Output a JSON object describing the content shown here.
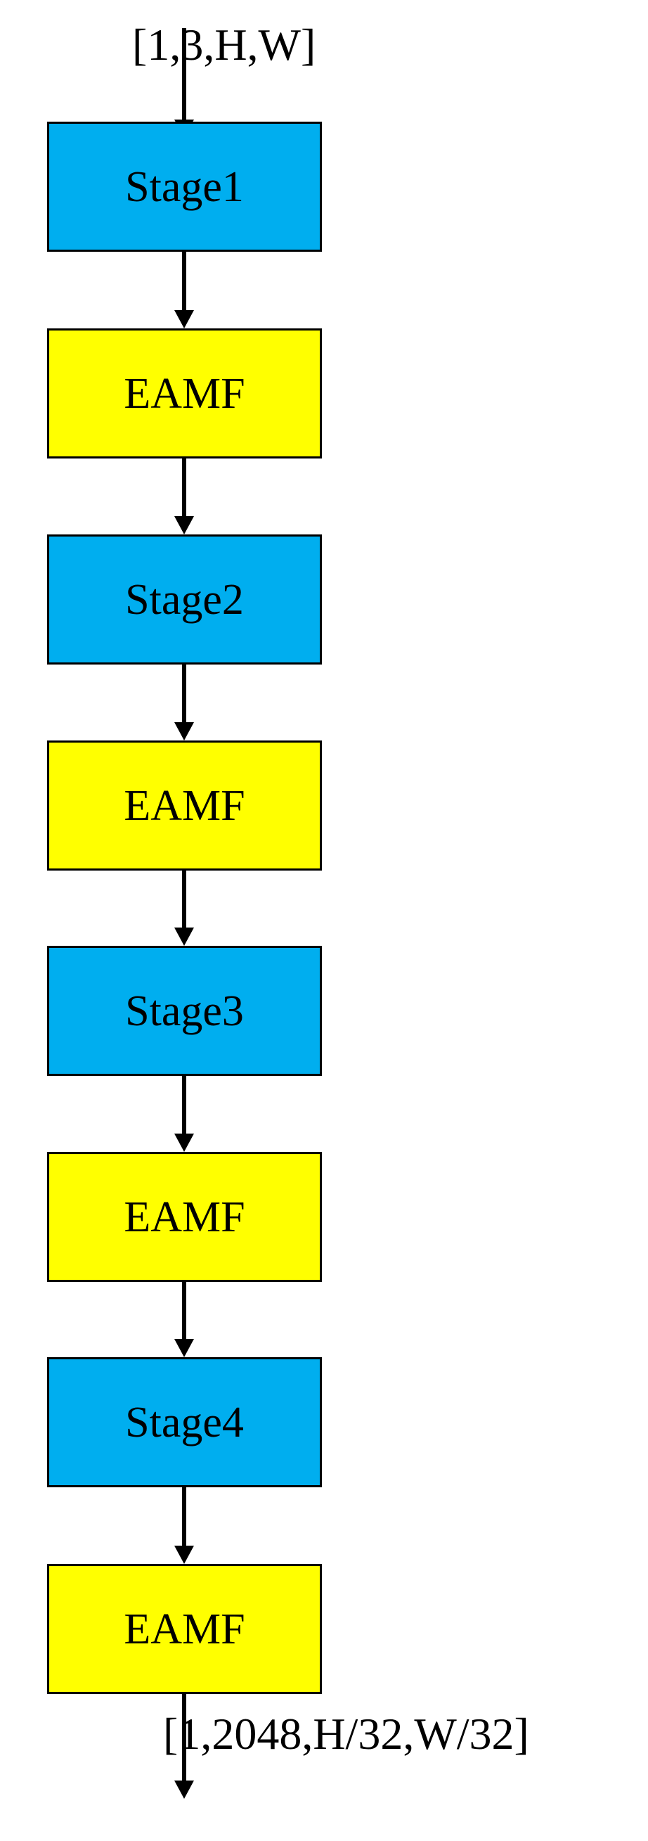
{
  "diagram": {
    "title": "Backbone network pipeline with EAMF modules",
    "background_color": "#FFFFFF",
    "stage_color": "#00AEEF",
    "eamf_color": "#FFFF00",
    "line_color": "#000000",
    "input_label": "[1,3,H,W]",
    "output_label": "[1,2048,H/32,W/32]",
    "nodes": [
      {
        "id": "stage1",
        "label": "Stage1",
        "kind": "stage"
      },
      {
        "id": "eamf1",
        "label": "EAMF",
        "kind": "eamf"
      },
      {
        "id": "stage2",
        "label": "Stage2",
        "kind": "stage"
      },
      {
        "id": "eamf2",
        "label": "EAMF",
        "kind": "eamf"
      },
      {
        "id": "stage3",
        "label": "Stage3",
        "kind": "stage"
      },
      {
        "id": "eamf3",
        "label": "EAMF",
        "kind": "eamf"
      },
      {
        "id": "stage4",
        "label": "Stage4",
        "kind": "stage"
      },
      {
        "id": "eamf4",
        "label": "EAMF",
        "kind": "eamf"
      }
    ],
    "edges": [
      {
        "id": "edge-in",
        "from": "input",
        "to": "stage1"
      },
      {
        "id": "edge-1",
        "from": "stage1",
        "to": "eamf1"
      },
      {
        "id": "edge-2",
        "from": "eamf1",
        "to": "stage2"
      },
      {
        "id": "edge-3",
        "from": "stage2",
        "to": "eamf2"
      },
      {
        "id": "edge-4",
        "from": "eamf2",
        "to": "stage3"
      },
      {
        "id": "edge-5",
        "from": "stage3",
        "to": "eamf3"
      },
      {
        "id": "edge-6",
        "from": "eamf3",
        "to": "stage4"
      },
      {
        "id": "edge-7",
        "from": "stage4",
        "to": "eamf4"
      },
      {
        "id": "edge-out",
        "from": "eamf4",
        "to": "output"
      }
    ]
  }
}
